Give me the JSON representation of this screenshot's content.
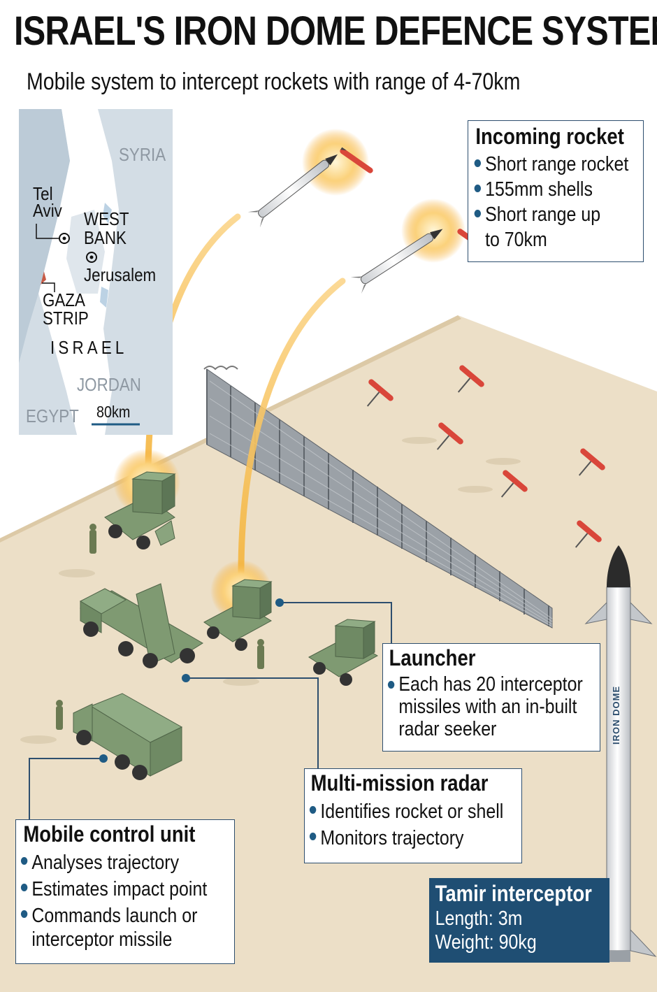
{
  "title": "ISRAEL'S IRON DOME DEFENCE SYSTEM",
  "subtitle": "Mobile system to intercept rockets with range of 4-70km",
  "map": {
    "labels": {
      "syria": "SYRIA",
      "tel_aviv_1": "Tel",
      "tel_aviv_2": "Aviv",
      "west_bank_1": "WEST",
      "west_bank_2": "BANK",
      "jerusalem": "Jerusalem",
      "gaza_1": "GAZA",
      "gaza_2": "STRIP",
      "israel": "ISRAEL",
      "jordan": "JORDAN",
      "egypt": "EGYPT",
      "scale": "80km"
    },
    "colors": {
      "land": "#ffffff",
      "neighbours": "#d3dde5",
      "sea": "#cfd9e2",
      "gaza": "#c75a45"
    }
  },
  "incoming_rocket": {
    "title": "Incoming rocket",
    "items": [
      "Short range rocket",
      "155mm shells",
      "Short range up",
      "to 70km"
    ]
  },
  "launcher": {
    "title": "Launcher",
    "items": [
      "Each has 20 interceptor",
      "missiles with an in-built",
      "radar seeker"
    ]
  },
  "radar": {
    "title": "Multi-mission radar",
    "items": [
      "Identifies rocket or shell",
      "Monitors trajectory"
    ]
  },
  "control_unit": {
    "title": "Mobile control unit",
    "items": [
      "Analyses trajectory",
      "Estimates impact point",
      "Commands launch or",
      "interceptor missile"
    ]
  },
  "tamir": {
    "title": "Tamir interceptor",
    "length": "Length: 3m",
    "weight": "Weight: 90kg",
    "body_text": "IRON DOME"
  },
  "colors": {
    "accent": "#1f4e73",
    "ground": "#ecdfc7",
    "vehicle": "#7f9a72",
    "rocket_red": "#d9463a",
    "trail": "#f3b53f",
    "fence": "#8f959c"
  }
}
